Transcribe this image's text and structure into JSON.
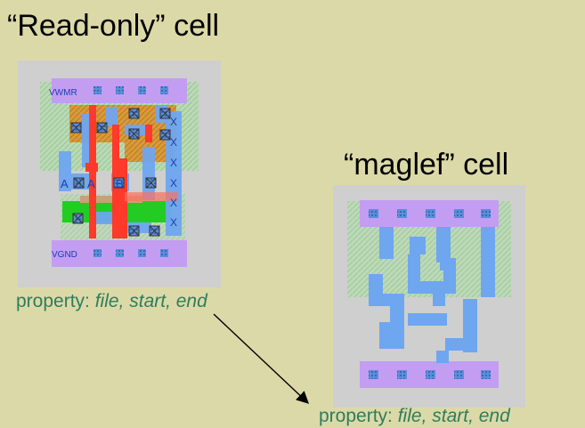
{
  "readonly_cell": {
    "title": "“Read-only” cell",
    "property_key": "property:",
    "property_values": "file, start, end",
    "labels": {
      "top_rail": "VWMR",
      "bottom_rail": "VGND",
      "input_a1": "A",
      "input_a2": "A",
      "input_b": "B",
      "x_marker": "X"
    }
  },
  "maglef_cell": {
    "title": "“maglef” cell",
    "property_key": "property:",
    "property_values": "file, start, end"
  },
  "colors": {
    "background": "#dcd9a8",
    "cell_bg": "#cfcfcf",
    "well_green": "#a8d8a8",
    "metal_blue": "#6fa6f0",
    "poly_red": "#ff3a2a",
    "diffusion_orange": "#d99a3a",
    "diffusion_green": "#22cc22",
    "rail_purple": "#c39df2",
    "property_text": "#2f7d5b"
  }
}
